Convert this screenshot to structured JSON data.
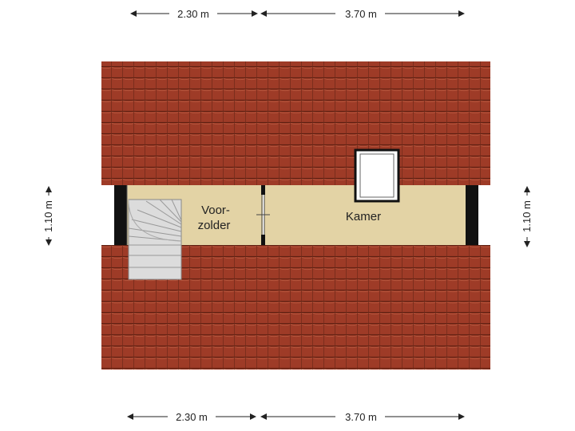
{
  "dimensions": {
    "top_left": "2.30 m",
    "top_right": "3.70 m",
    "bottom_left": "2.30 m",
    "bottom_right": "3.70 m",
    "left": "1.10 m",
    "right": "1.10 m"
  },
  "rooms": {
    "voorzolder_line1": "Voor-",
    "voorzolder_line2": "zolder",
    "kamer": "Kamer"
  },
  "colors": {
    "roof_tile": "#9e3b27",
    "tile_line": "#5e2012",
    "floor": "#e3d3a5",
    "wall": "#111111",
    "stair": "#dcdcdc"
  }
}
